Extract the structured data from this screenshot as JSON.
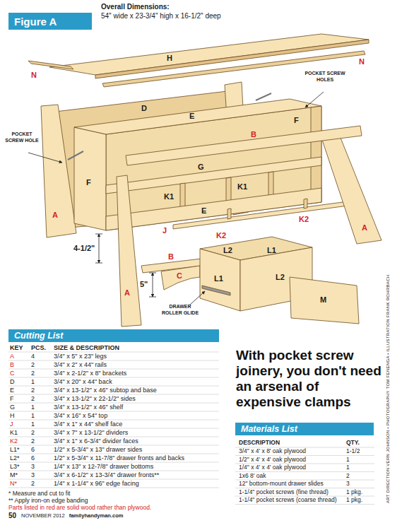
{
  "diagram": {
    "nodes": [
      {
        "text": [
          "Figure A"
        ]
      },
      {
        "text": [
          "Cutting List"
        ]
      },
      {
        "text": [
          "Materials List"
        ]
      }
    ],
    "labels": [
      "Overall Dimensions:",
      "54\" wide x 23-3/4\" high x 16-1/2\" deep",
      "H",
      "N",
      "N",
      "D",
      "E",
      "POCKET SCREW HOLES",
      "F",
      "POCKET SCREW HOLE",
      "B",
      "G",
      "K1",
      "K1",
      "E",
      "F",
      "A",
      "J",
      "K2",
      "K2",
      "A",
      "4-1/2\"",
      "L2",
      "L1",
      "5\"",
      "B",
      "C",
      "L2",
      "L1",
      "A",
      "DRAWER ROLLER GLIDE",
      "M",
      "KEY",
      "PCS.",
      "SIZE & DESCRIPTION",
      "A",
      "4",
      "3/4\" x 5\" x 23\" legs",
      "B",
      "2",
      "3/4\" x 2\" x 44\" rails",
      "C",
      "2",
      "3/4\" x 2-1/2\" x 8\" brackets",
      "D",
      "1",
      "3/4\" x 20\" x 44\" back",
      "E",
      "2",
      "3/4\" x 13-1/2\" x 46\" subtop and base",
      "F",
      "2",
      "3/4\" x 13-1/2\" x 22-1/2\" sides",
      "G",
      "1",
      "3/4\" x 13-1/2\" x 46\" shelf",
      "H",
      "1",
      "3/4\" x 16\" x 54\" top",
      "J",
      "1",
      "3/4\" x 1\" x 44\" shelf face",
      "K1",
      "2",
      "3/4\" x 7\" x 13-1/2\" dividers",
      "K2",
      "2",
      "3/4\" x 1\" x 6-3/4\" divider faces",
      "L1*",
      "6",
      "1/2\" x 5-3/4\" x 13\" drawer sides",
      "L2*",
      "6",
      "1/2\" x 5-3/4\" x 11-7/8\" drawer fronts and backs",
      "L3*",
      "3",
      "1/4\" x 13\" x 12-7/8\" drawer bottoms",
      "M*",
      "3",
      "3/4\" x 6-1/2\" x 13-3/4\" drawer fronts**",
      "N*",
      "2",
      "1/4\" x 1-1/4\" x 96\" edge facing",
      "* Measure and cut to fit",
      "** Apply iron-on edge banding",
      "Parts listed in red are solid wood rather than plywood.",
      "With pocket screw joinery, you don't need an arsenal of expensive clamps",
      "DESCRIPTION",
      "QTY.",
      "3/4\" x 4' x 8' oak plywood",
      "1-1/2",
      "1/2\" x 4' x 4' oak plywood",
      "1",
      "1/4\" x 4' x 4' oak plywood",
      "1",
      "1x6 8' oak",
      "2",
      "12\" bottom-mount drawer slides",
      "3",
      "1-1/4\" pocket screws (fine thread)",
      "1 pkg.",
      "1-1/4\" pocket screws (coarse thread)",
      "1 pkg.",
      "50",
      "NOVEMBER 2012",
      "familyhandyman.com",
      "ART DIRECTION VERN JOHNSON • PHOTOGRAPHY TOM FENENGA • ILLUSTRATION FRANK ROHRBACH"
    ]
  }
}
